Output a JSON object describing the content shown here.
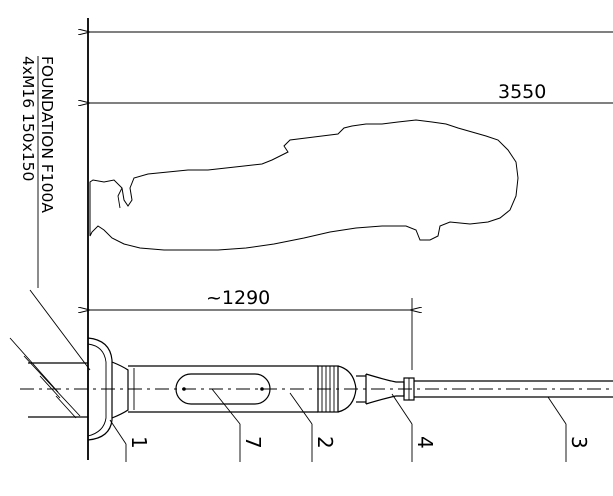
{
  "foundation": {
    "line1": "FOUNDATION F100A",
    "line2": "4xM16 150x150"
  },
  "dimensions": {
    "overall": "3550",
    "arm_reach": "~1290"
  },
  "part_numbers": [
    "1",
    "7",
    "2",
    "4",
    "3"
  ],
  "colors": {
    "line": "#000000",
    "background": "#ffffff"
  }
}
